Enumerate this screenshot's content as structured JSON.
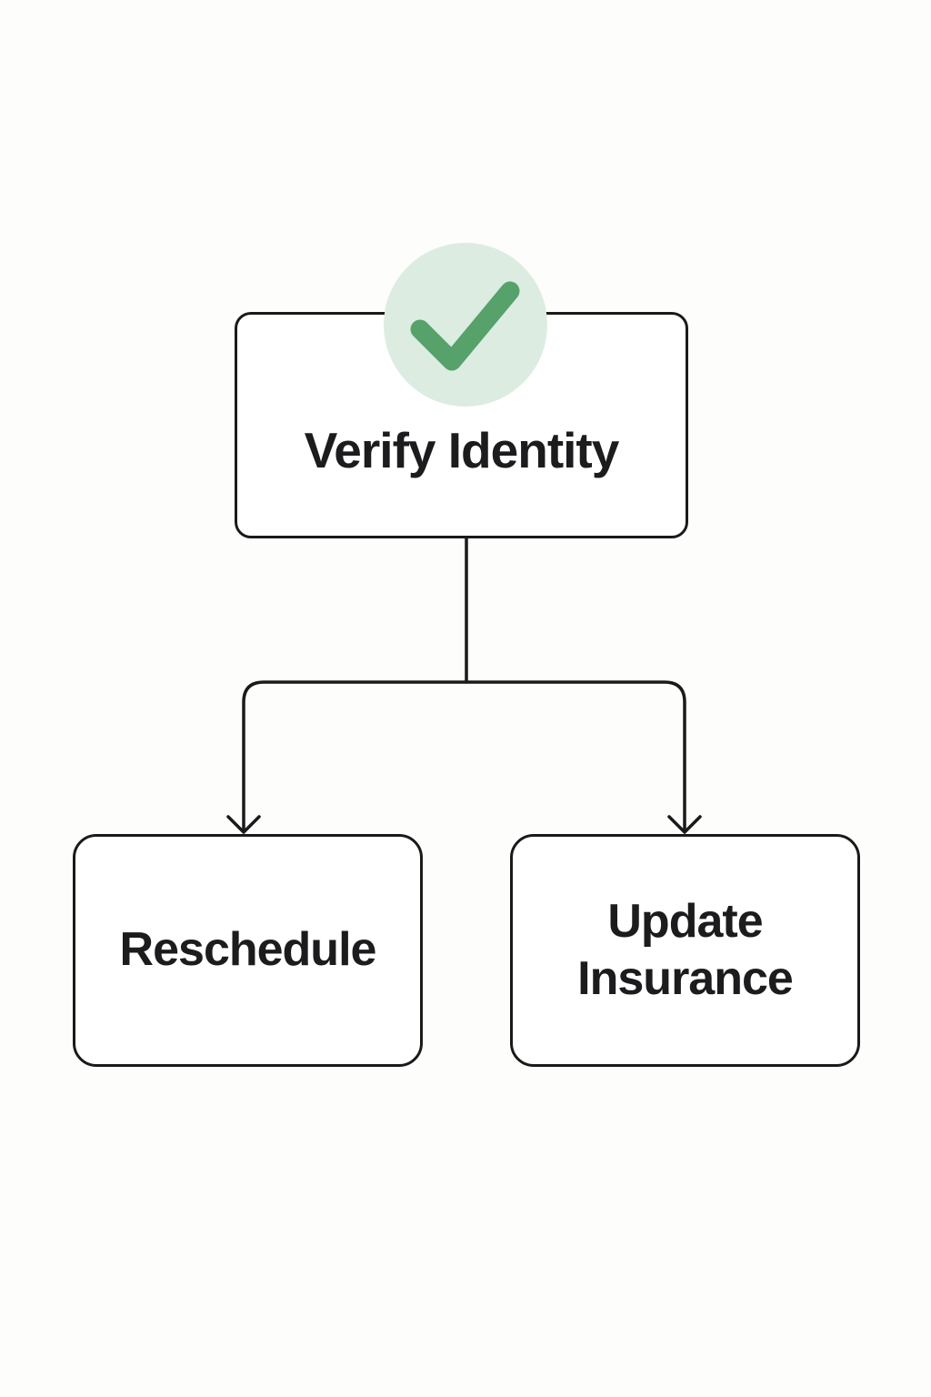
{
  "diagram": {
    "title_node": {
      "label": "Verify Identity"
    },
    "left_node": {
      "label": "Reschedule"
    },
    "right_node": {
      "label": "Update Insurance"
    },
    "status_icon": {
      "name": "checkmark-icon",
      "circle_color": "#dcece1",
      "check_color": "#56a26a"
    },
    "line_color": "#1a1a1a"
  }
}
